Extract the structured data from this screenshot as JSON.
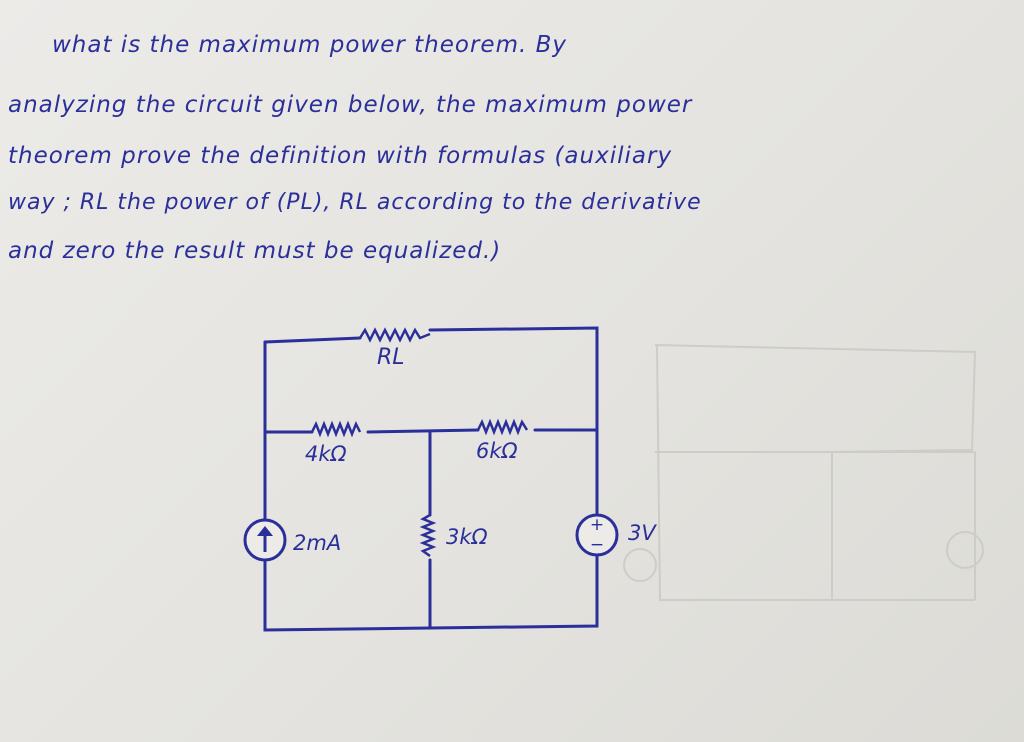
{
  "question_lines": [
    "what is the maximum power theorem. By",
    "analyzing the circuit given below, the maximum power",
    "theorem prove the definition with formulas (auxiliary",
    "way ; RL the power of (PL), RL according to the derivative",
    "and zero the result must be equalized.)"
  ],
  "circuit": {
    "load_resistor": "RL",
    "resistor_left": "4kΩ",
    "resistor_right": "6kΩ",
    "resistor_middle": "3kΩ",
    "current_source": "2mA",
    "voltage_source": "3V"
  },
  "colors": {
    "ink": "#2a2f9a",
    "bleed": "#c9c6bf",
    "paper": "#e8e7e3"
  }
}
